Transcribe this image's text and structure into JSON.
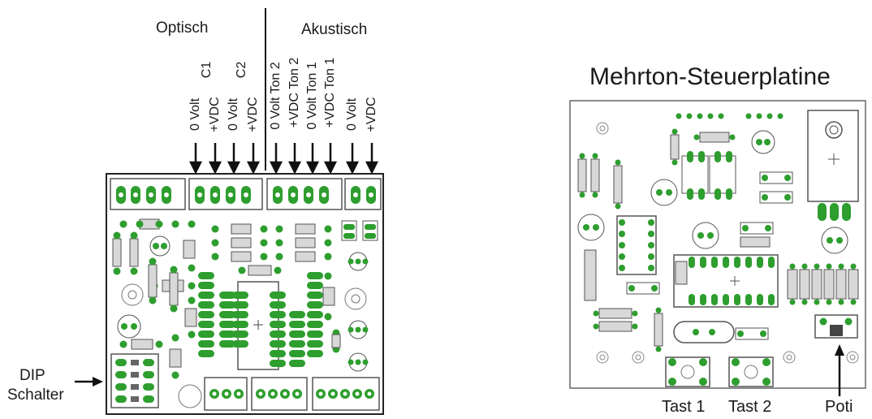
{
  "left_board": {
    "header_optisch": "Optisch",
    "header_akustisch": "Akustisch",
    "connector_labels": [
      "0 Volt",
      "+VDC",
      "0 Volt",
      "+VDC",
      "0 Volt Ton 2",
      "+VDC Ton 2",
      "0 Volt Ton 1",
      "+VDC Ton 1",
      "0 Volt",
      "+VDC"
    ],
    "channel_labels": [
      "C1",
      "C2"
    ],
    "dip_label_line1": "DIP",
    "dip_label_line2": "Schalter"
  },
  "right_board": {
    "title": "Mehrton-Steuerplatine",
    "bottom_labels": [
      "Tast 1",
      "Tast 2",
      "Poti"
    ]
  },
  "colors": {
    "pad_green": "#2e9e2e",
    "pad_hole": "#ffffff",
    "outline": "#222222",
    "component_gray": "#8a8a8a",
    "light_gray": "#d8d8d8"
  }
}
